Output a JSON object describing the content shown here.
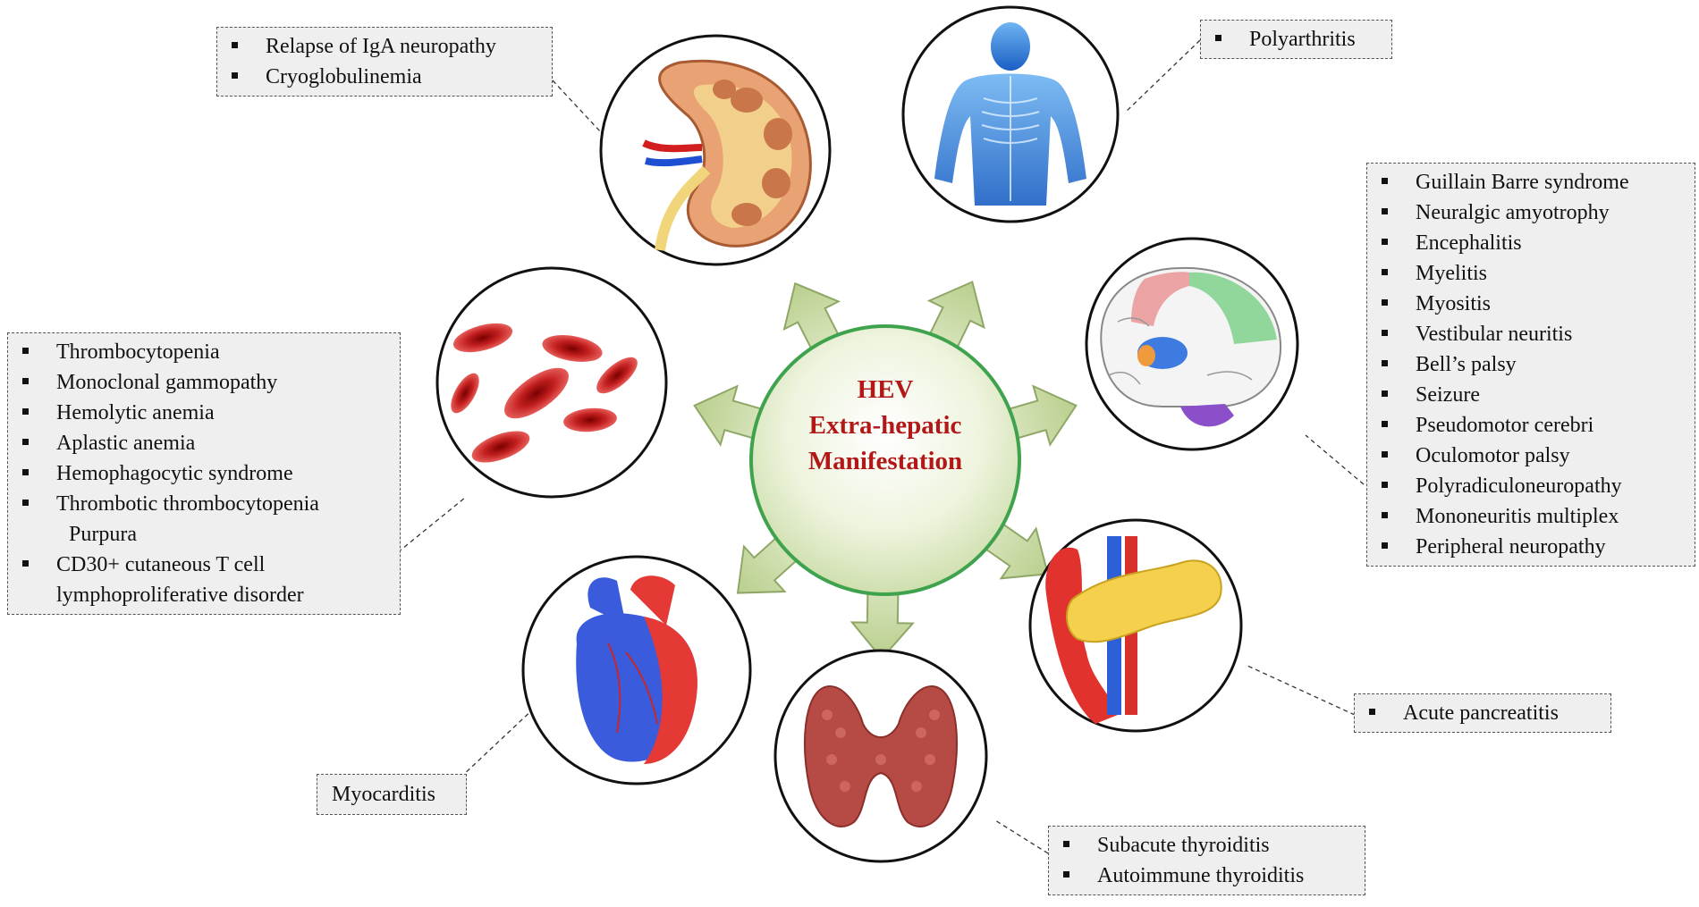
{
  "center": {
    "lines": [
      "HEV",
      "Extra-hepatic",
      "Manifestation"
    ]
  },
  "colors": {
    "title": "#b21818",
    "arrow": "#c5d79d",
    "hub_border": "#3fa34d"
  },
  "groups": {
    "kidney": {
      "items": [
        "Relapse of IgA neuropathy",
        "Cryoglobulinemia"
      ]
    },
    "joints": {
      "items": [
        "Polyarthritis"
      ]
    },
    "neuro": {
      "items": [
        "Guillain Barre syndrome",
        "Neuralgic amyotrophy",
        "Encephalitis",
        "Myelitis",
        "Myositis",
        "Vestibular neuritis",
        "Bell’s palsy",
        "Seizure",
        "Pseudomotor cerebri",
        "Oculomotor palsy",
        "Polyradiculoneuropathy",
        "Mononeuritis multiplex",
        "Peripheral neuropathy"
      ]
    },
    "blood": {
      "items": [
        "Thrombocytopenia",
        "Monoclonal gammopathy",
        "Hemolytic anemia",
        "Aplastic anemia",
        "Hemophagocytic syndrome",
        "Thrombotic thrombocytopenia",
        "Purpura",
        "CD30+ cutaneous T cell",
        "lymphoproliferative disorder"
      ]
    },
    "pancreas": {
      "items": [
        "Acute pancreatitis"
      ]
    },
    "thyroid": {
      "items": [
        "Subacute thyroiditis",
        "Autoimmune thyroiditis"
      ]
    },
    "heart": {
      "label": "Myocarditis"
    }
  }
}
